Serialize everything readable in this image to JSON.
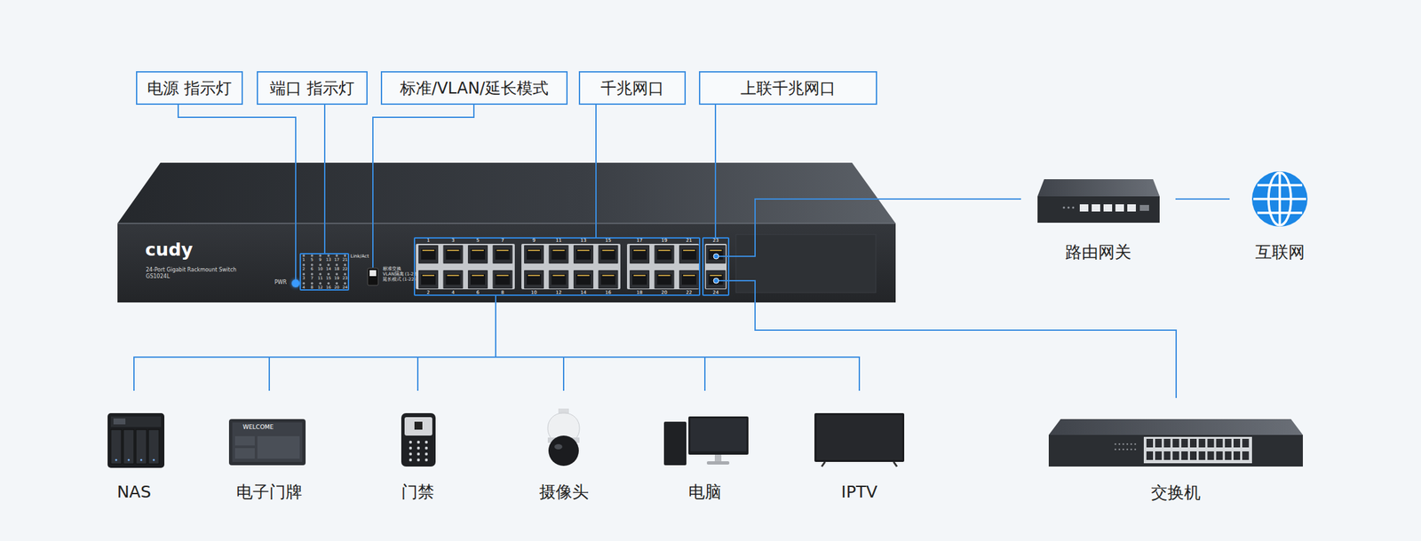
{
  "diagram": {
    "nodes": [
      {
        "text": [
          "电源 指示灯"
        ]
      },
      {
        "text": [
          "端口 指示灯"
        ]
      },
      {
        "text": [
          "标准/VLAN/延长模式"
        ]
      },
      {
        "text": [
          "千兆网口"
        ]
      },
      {
        "text": [
          "上联千兆网口"
        ]
      },
      {
        "text": [
          "cudy",
          "24-Port Gigabit Rackmount Switch",
          "GS1024L"
        ]
      },
      {
        "text": [
          "PWR"
        ],
        "in": 5
      },
      {
        "text": [
          "1",
          "2",
          "3",
          "4",
          "5",
          "6",
          "7",
          "8",
          "9",
          "10",
          "11",
          "12",
          "13",
          "14",
          "15",
          "16",
          "17",
          "18",
          "19",
          "20",
          "21",
          "22",
          "23",
          "24",
          "Link/Act"
        ],
        "in": 5
      },
      {
        "text": [
          "标准交换",
          "VLAN隔离 (1-22)",
          "延长模式 (1-22)"
        ],
        "in": 5
      },
      {
        "text": [
          "1",
          "3",
          "5",
          "7",
          "9",
          "11",
          "13",
          "15",
          "17",
          "19",
          "21",
          "2",
          "4",
          "6",
          "8",
          "10",
          "12",
          "14",
          "16",
          "18",
          "20",
          "22"
        ],
        "in": 5
      },
      {
        "text": [
          "23",
          "24"
        ],
        "in": 5
      },
      {
        "text": [
          "路由网关"
        ]
      },
      {
        "text": [
          "互联网"
        ]
      },
      {
        "text": [
          "NAS"
        ]
      },
      {
        "text": [
          "WELCOME",
          "电子门牌"
        ]
      },
      {
        "text": [
          "门禁"
        ]
      },
      {
        "text": [
          "摄像头"
        ]
      },
      {
        "text": [
          "电脑"
        ]
      },
      {
        "text": [
          "IPTV"
        ]
      },
      {
        "text": [
          "交换机"
        ]
      }
    ],
    "edges": [
      {
        "from": 0,
        "to": 6,
        "arrow": "none"
      },
      {
        "from": 1,
        "to": 7,
        "arrow": "none"
      },
      {
        "from": 2,
        "to": 8,
        "arrow": "none"
      },
      {
        "from": 3,
        "to": 9,
        "arrow": "none"
      },
      {
        "from": 4,
        "to": 10,
        "arrow": "none"
      },
      {
        "from": 10,
        "to": 11,
        "arrow": "none"
      },
      {
        "from": 11,
        "to": 12,
        "arrow": "none"
      },
      {
        "from": 10,
        "to": 19,
        "arrow": "none"
      },
      {
        "from": 9,
        "to": 13,
        "arrow": "none"
      },
      {
        "from": 9,
        "to": 14,
        "arrow": "none"
      },
      {
        "from": 9,
        "to": 15,
        "arrow": "none"
      },
      {
        "from": 9,
        "to": 16,
        "arrow": "none"
      },
      {
        "from": 9,
        "to": 17,
        "arrow": "none"
      },
      {
        "from": 9,
        "to": 18,
        "arrow": "none"
      }
    ]
  }
}
